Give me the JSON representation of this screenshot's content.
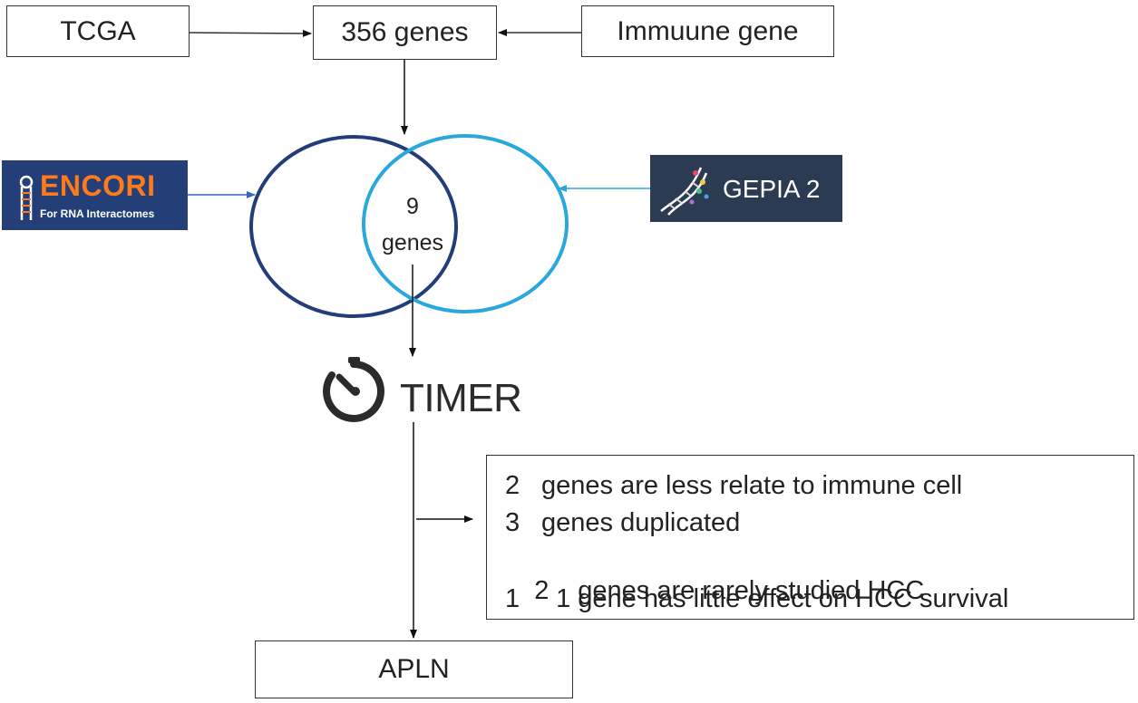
{
  "nodes": {
    "tcga": "TCGA",
    "genes356": "356 genes",
    "immune": "Immuune gene",
    "apln": "APLN"
  },
  "logos": {
    "encori_title": "ENCORI",
    "encori_sub": "For RNA Interactomes",
    "gepia": "GEPIA 2",
    "timer": "TIMER"
  },
  "venn": {
    "count": "9",
    "unit": "genes",
    "left_color": "#233d7b",
    "right_color": "#2aa8de"
  },
  "filters": [
    {
      "num": "2",
      "text": "genes are less relate to immune cell"
    },
    {
      "num": "3",
      "text": "genes duplicated"
    },
    {
      "num": "2",
      "text": " genes are rarely studied HCC"
    },
    {
      "num": "1",
      "text": "  1 gene has little effect on HCC survival"
    }
  ],
  "colors": {
    "encori_bg": "#243f77",
    "encori_accent": "#ff7a1a",
    "gepia_bg": "#2a3b52"
  }
}
